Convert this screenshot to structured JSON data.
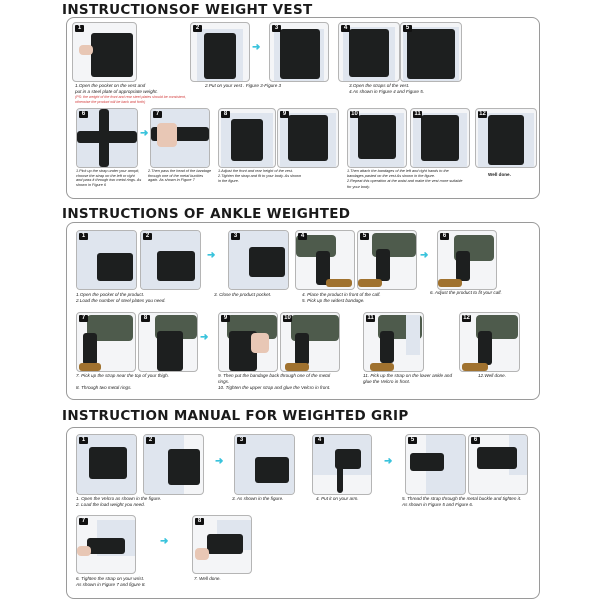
{
  "vest": {
    "title": "INSTRUCTIONSOF WEIGHT VEST",
    "steps": [
      {
        "n": "1",
        "caption": "1.Open the pocket on the vest and\nput in a steel plate of appropriate weight."
      },
      {
        "n": "2",
        "caption": "2.Put on your vest . Figure 3-Figure 3"
      },
      {
        "n": "3",
        "caption": ""
      },
      {
        "n": "4",
        "caption": "3.Open the straps of the vest.\n4.As shown in Figure 4 and Figure 5."
      },
      {
        "n": "5",
        "caption": ""
      },
      {
        "n": "6",
        "caption": "1.Pick up the strap under your armpit, choose the strap on the left or right and pass it through two metal rings. As shown in Figure 6"
      },
      {
        "n": "7",
        "caption": "2.Then pass the head of the bandage through one of the metal buckles again. As shown in Figure 7"
      },
      {
        "n": "8",
        "caption": "1.Adjust the front and rear height of the vest.\n2.Tighten the strap and fit to your body. As shown in the figure."
      },
      {
        "n": "9",
        "caption": ""
      },
      {
        "n": "10",
        "caption": "1.Then attach the bandages of the left and right hands to the bandages pasted on the vest As shown in the figure.\n2.Repeat this operation at the waist and make the vest more suitable for your body."
      },
      {
        "n": "11",
        "caption": ""
      },
      {
        "n": "12",
        "caption": "Well done."
      }
    ],
    "warning": "(PS: the weight of the front and rear steel plates should be consistent, otherwise the product will be back and forth)"
  },
  "ankle": {
    "title": "INSTRUCTIONS OF ANKLE WEIGHTED",
    "steps": [
      {
        "n": "1",
        "caption": "1.Open the pocket of the product.\n2.Load the number of steel plates you need."
      },
      {
        "n": "2",
        "caption": ""
      },
      {
        "n": "3",
        "caption": "3. Close the product pocket."
      },
      {
        "n": "4",
        "caption": "4. Place the product in front of the calf.\n5. Pick up the widest bandage."
      },
      {
        "n": "5",
        "caption": ""
      },
      {
        "n": "6",
        "caption": "6. Adjust the product to fit your calf."
      },
      {
        "n": "7",
        "caption": "7. Pick up the strap near the top of your thigh.\n\n8. Through two metal rings."
      },
      {
        "n": "8",
        "caption": ""
      },
      {
        "n": "9",
        "caption": "9. Then put the bandage back through one of the metal rings.\n10. Tighten the upper strap and glue the Velcro in front."
      },
      {
        "n": "10",
        "caption": ""
      },
      {
        "n": "11",
        "caption": "11. Pick up the strap on the lower ankle and glue the Velcro in front."
      },
      {
        "n": "12",
        "caption": "12.Well done."
      }
    ]
  },
  "grip": {
    "title": "INSTRUCTION MANUAL FOR WEIGHTED GRIP",
    "steps": [
      {
        "n": "1",
        "caption": "1. Open the Velcro as shown in the figure.\n2. Load the load weight you need."
      },
      {
        "n": "2",
        "caption": ""
      },
      {
        "n": "3",
        "caption": "3. As shown in the figure."
      },
      {
        "n": "4",
        "caption": "4. Put it on your arm."
      },
      {
        "n": "5",
        "caption": "5. Thread the strap through the metal buckle and tighten it.\nAs shown in Figure 5 and Figure 6."
      },
      {
        "n": "6",
        "caption": ""
      },
      {
        "n": "7",
        "caption": "6. Tighten the strap on your wrist.\nAs shown in Figure 7 and figure 8."
      },
      {
        "n": "8",
        "caption": "7. Well done."
      }
    ]
  },
  "arrow_glyph": "➜",
  "colors": {
    "arrow": "#39c3dc",
    "warning": "#d23a3a",
    "border": "#9a9a9a"
  }
}
